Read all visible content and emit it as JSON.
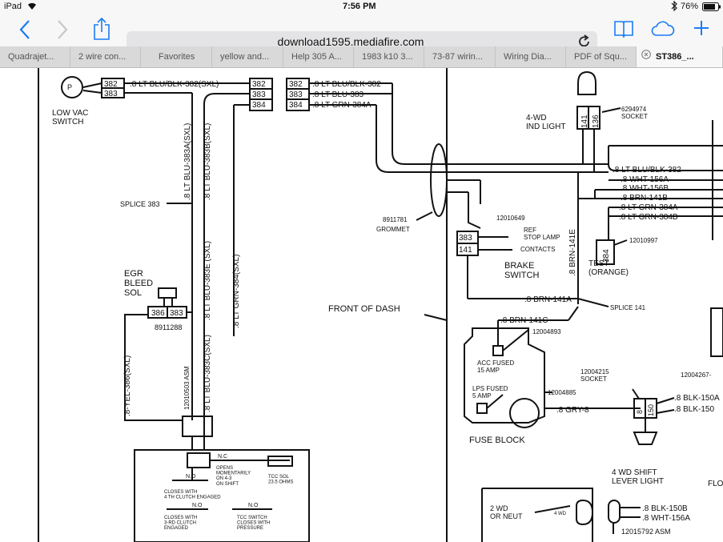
{
  "status_bar": {
    "carrier": "iPad",
    "time": "7:56 PM",
    "battery": "76%"
  },
  "address_bar": {
    "url": "download1595.mediafire.com"
  },
  "tabs": [
    {
      "label": "Quadrajet..."
    },
    {
      "label": "2 wire con..."
    },
    {
      "label": "Favorites"
    },
    {
      "label": "yellow and..."
    },
    {
      "label": "Help 305 A..."
    },
    {
      "label": "1983 k10 3..."
    },
    {
      "label": "73-87 wirin..."
    },
    {
      "label": "Wiring Dia..."
    },
    {
      "label": "PDF of Squ..."
    },
    {
      "label": "ST386_..."
    }
  ],
  "diagram": {
    "low_vac_switch": "LOW VAC\nSWITCH",
    "conn_382": "382",
    "conn_383": "383",
    "conn_384": "384",
    "w_382_sxl": ".8 LT BLU/BLK-382(SXL)",
    "w_382": ".8 LT BLU/BLK-382",
    "w_383": ".8 LT BLU-383",
    "w_384a": ".8 LT GRN-384A",
    "v_383a": ".8 LT BLU-383A(SXL)",
    "v_383b": ".8 LT BLU-383B(SXL)",
    "splice_383": "SPLICE 383",
    "v_383e": ".8 LT BLU-383E (SXL)",
    "v_384": ".8 LT GRN-384(SXL)",
    "egr": "EGR\nBLEED\nSOL",
    "conn_386": "386",
    "part_8911288": "8911288",
    "v_386": ".8-YEL-386(SXL)",
    "asm_12010503": "12010503 ASM",
    "v_383c": ".8 LT BLU-383C(SXL)",
    "nc": "N.C",
    "no": "N.O",
    "opens_momentarily": "OPENS\nMOMENTARILY\nON 4-3\nON SHIFT",
    "tcc_sol": "TCC SOL\n23.5 OHMS",
    "closes_4th": "CLOSES WITH\n4 TH CLUTCH ENGAGED",
    "closes_3rd": "CLOSES WITH\n3-RD CLUTCH\nENGAGED",
    "tcc_switch": "TCC SWITCH\nCLOSES WITH\nPRESSURE",
    "grommet_num": "8911781",
    "grommet": "GROMMET",
    "front_of_dash": "FRONT OF DASH",
    "part_12010649": "12010649",
    "ref_stop": "REF\nSTOP LAMP",
    "contacts": "CONTACTS",
    "conn_141": "141",
    "brake_switch": "BRAKE\nSWITCH",
    "four_wd_ind": "4-WD\nIND LIGHT",
    "conn_136": "136",
    "part_6294974": "6294974\nSOCKET",
    "r_382": ".8 LT BLU/BLK-382",
    "r_156a": ".8 WHT-156A",
    "r_156b": ".8 WHT-156B",
    "r_141b": ".8 BRN-141B",
    "r_384a": ".8 LT GRN-384A",
    "r_384b": ".8 LT GRN-384B",
    "v_141e": ".8 BRN-141E",
    "part_12010997": "12010997",
    "test_orange": "TEST\n(ORANGE)",
    "w_141a": ".8 BRN-141A",
    "splice_141": "SPLICE 141",
    "w_141c": ".8 BRN-141C",
    "part_12004893": "12004893",
    "acc_fused": "ACC FUSED\n15 AMP",
    "lps_fused": "LPS FUSED\n5 AMP",
    "part_12004885": "12004885",
    "w_gry8": ".8 GRY-8",
    "fuse_block": "FUSE BLOCK",
    "part_12004215": "12004215\nSOCKET",
    "part_12004267": "12004267-",
    "conn_8": "8",
    "conn_150": "150",
    "w_150a": ".8 BLK-150A",
    "w_150": ".8 BLK-150",
    "four_wd_shift": "4 WD SHIFT\nLEVER LIGHT",
    "flo": "FLO",
    "two_wd": "2 WD\nOR NEUT",
    "four_wd_small": "4 WD",
    "w_150b": ".8 BLK-150B",
    "w_156a_b": ".8 WHT-156A",
    "part_12015792": "12015792 ASM"
  }
}
